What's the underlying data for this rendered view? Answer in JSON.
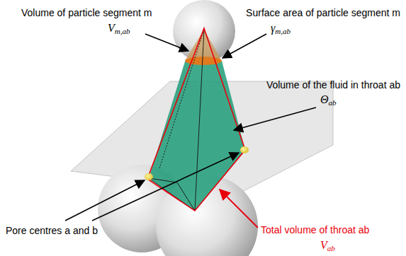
{
  "diagram": {
    "labels": [
      "Volume of particle segment m",
      "Vm,ab",
      "Surface area of particle segment m",
      "γm,ab",
      "Volume of the fluid in throat ab",
      "Θab",
      "Pore centres a and b",
      "Total volume of throat ab",
      "Vab"
    ]
  }
}
